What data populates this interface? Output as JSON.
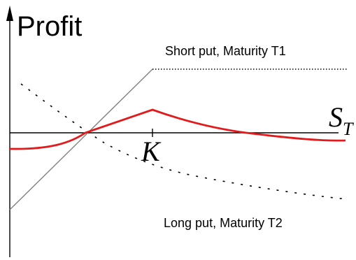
{
  "title": "Profit",
  "labels": {
    "short_put": "Short put, Maturity T1",
    "long_put": "Long put, Maturity T2",
    "strike": "K",
    "x_var": "S",
    "x_sub": "T"
  },
  "colors": {
    "axes": "#000000",
    "short_put_line": "#808080",
    "long_put_line": "#000000",
    "combined_profit": "#e31a1c"
  },
  "chart_data": {
    "type": "line",
    "series": [
      {
        "name": "Short put, Maturity T1",
        "style": "solid-then-dotted",
        "x": [
          0,
          0.35,
          1.0
        ],
        "y": [
          -1.0,
          0.9,
          0.9
        ]
      },
      {
        "name": "Long put, Maturity T2",
        "style": "dashed",
        "x": [
          0,
          0.2,
          0.35,
          0.6,
          1.0
        ],
        "y": [
          0.65,
          0.1,
          -0.3,
          -0.65,
          -0.85
        ]
      },
      {
        "name": "",
        "style": "solid",
        "x": [
          0,
          0.2,
          0.35,
          0.7,
          1.0
        ],
        "y": [
          -0.2,
          0.02,
          0.3,
          0.0,
          -0.1
        ]
      }
    ],
    "xlabel": "S_T",
    "ylabel": "Profit",
    "annotations": [
      "K"
    ]
  }
}
